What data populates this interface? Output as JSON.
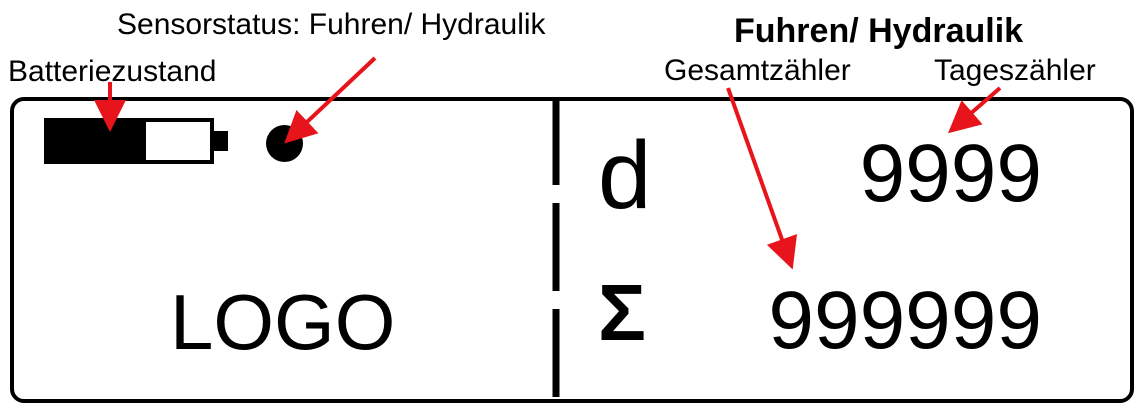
{
  "header": {
    "title": "Fuhren/ Hydraulik"
  },
  "annotations": {
    "sensor_status": "Sensorstatus: Fuhren/ Hydraulik",
    "battery_state": "Batteriezustand",
    "total_counter": "Gesamtzähler",
    "daily_counter": "Tageszähler"
  },
  "display": {
    "logo": "LOGO",
    "day_symbol": "d",
    "sum_symbol": "Σ",
    "day_value": "9999",
    "total_value": "999999",
    "battery_level": 0.6,
    "sensor_indicator": "filled-circle"
  },
  "colors": {
    "arrow": "#e8141b",
    "ink": "#000000",
    "background": "#ffffff"
  }
}
